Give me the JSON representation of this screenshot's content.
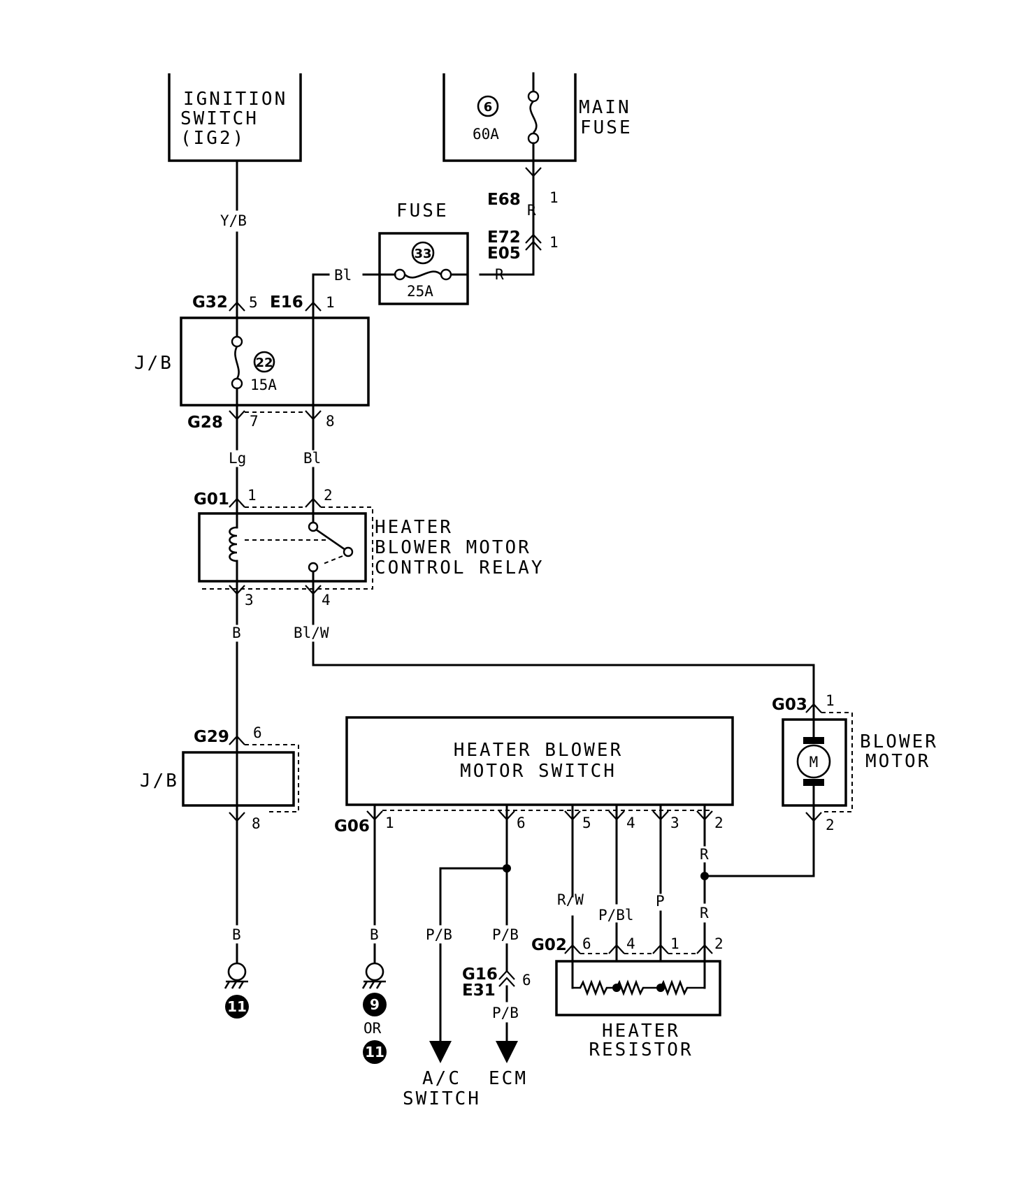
{
  "components": {
    "ignition_switch": [
      "IGNITION",
      "SWITCH",
      "(IG2)"
    ],
    "main_fuse": {
      "label": [
        "MAIN",
        "FUSE"
      ],
      "number": "6",
      "rating": "60A"
    },
    "fuse": {
      "label": "FUSE",
      "number": "33",
      "rating": "25A"
    },
    "junction_block_top": {
      "label": "J/B",
      "number": "22",
      "rating": "15A"
    },
    "relay": [
      "HEATER",
      "BLOWER MOTOR",
      "CONTROL RELAY"
    ],
    "junction_block_bottom": {
      "label": "J/B"
    },
    "blower_switch": [
      "HEATER BLOWER",
      "MOTOR SWITCH"
    ],
    "blower_motor": {
      "label": [
        "BLOWER",
        "MOTOR"
      ],
      "symbol": "M"
    },
    "heater_resistor": [
      "HEATER",
      "RESISTOR"
    ]
  },
  "connectors": {
    "E68": "E68",
    "E72": "E72",
    "E05": "E05",
    "G32": "G32",
    "E16": "E16",
    "G28": "G28",
    "G01": "G01",
    "G03": "G03",
    "G29": "G29",
    "G06": "G06",
    "G02": "G02",
    "G16": "G16",
    "E31": "E31"
  },
  "pins": {
    "e68": "1",
    "e72": "1",
    "g32": "5",
    "e16": "1",
    "g28_a": "7",
    "g28_b": "8",
    "g01_a": "1",
    "g01_b": "2",
    "g01_c": "3",
    "g01_d": "4",
    "g03_a": "1",
    "g03_b": "2",
    "g29_a": "6",
    "g29_b": "8",
    "g06_1": "1",
    "g06_6": "6",
    "g06_5": "5",
    "g06_4": "4",
    "g06_3": "3",
    "g06_2": "2",
    "g02_6": "6",
    "g02_4": "4",
    "g02_1": "1",
    "g02_2": "2",
    "g16": "6"
  },
  "wires": {
    "yb": "Y/B",
    "r1": "R",
    "bl_top": "Bl",
    "r2": "R",
    "lg": "Lg",
    "bl_mid": "Bl",
    "b_relay": "B",
    "blw": "Bl/W",
    "b_left": "B",
    "b_mid": "B",
    "pb1": "P/B",
    "pb2": "P/B",
    "pb3": "P/B",
    "rw": "R/W",
    "pbl": "P/Bl",
    "p": "P",
    "r_up": "R",
    "r_dn": "R"
  },
  "grounds": {
    "left": "11",
    "mid": "9",
    "or": "OR",
    "mid_alt": "11"
  },
  "destinations": {
    "ac": [
      "A/C",
      "SWITCH"
    ],
    "ecm": "ECM"
  }
}
